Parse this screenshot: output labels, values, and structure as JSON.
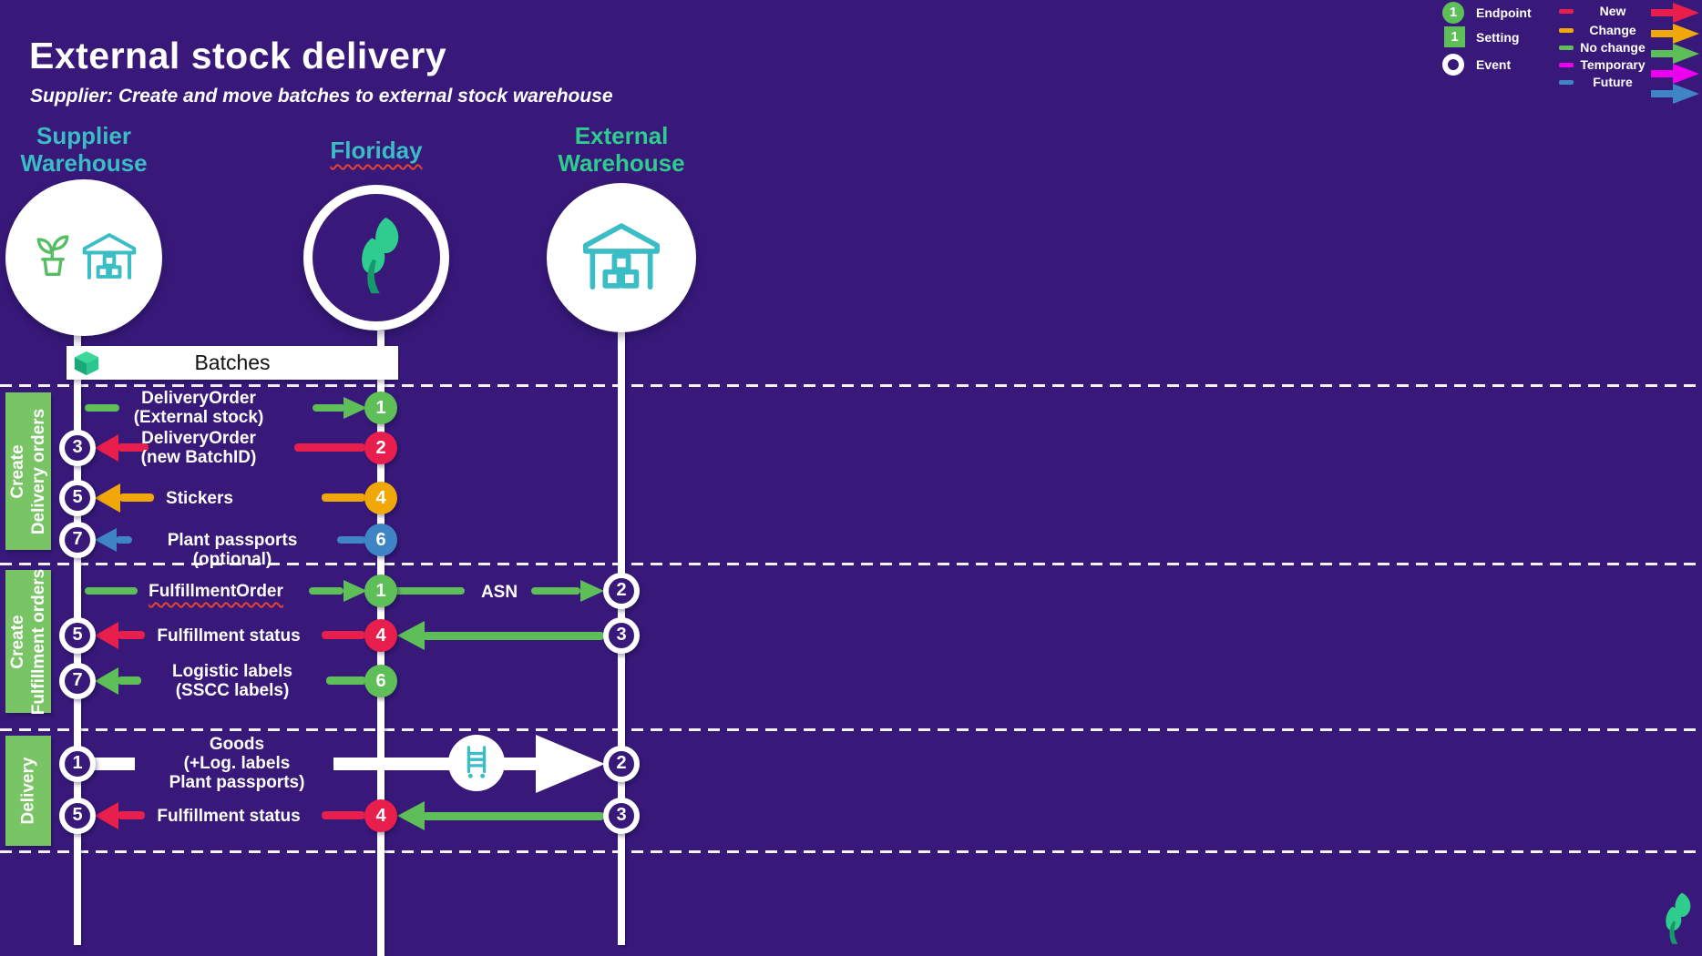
{
  "title": "External stock delivery",
  "subtitle": "Supplier: Create and move batches to external stock warehouse",
  "lanes": {
    "supplier": {
      "name1": "Supplier",
      "name2": "Warehouse"
    },
    "floriday": {
      "name": "Floriday"
    },
    "external": {
      "name1": "External",
      "name2": "Warehouse"
    }
  },
  "batches_label": "Batches",
  "legend": {
    "endpoint": {
      "number": "1",
      "label": "Endpoint"
    },
    "setting": {
      "number": "1",
      "label": "Setting"
    },
    "event": {
      "label": "Event"
    },
    "statuses": [
      {
        "label": "New",
        "color": "#E81E4D"
      },
      {
        "label": "Change",
        "color": "#F0A809"
      },
      {
        "label": "No change",
        "color": "#5EBE58"
      },
      {
        "label": "Temporary",
        "color": "#EE00EE"
      },
      {
        "label": "Future",
        "color": "#3F85C5"
      }
    ]
  },
  "colors": {
    "bg": "#38197A",
    "green": "#5EBE58",
    "red": "#E81E4D",
    "amber": "#F0A809",
    "blue": "#3F85C5",
    "magenta": "#EE00EE",
    "teal": "#3ABDC4",
    "brand": "#2ECC8D",
    "bar": "#79C464",
    "squiggle": "#E8432C",
    "white": "#FFFFFF"
  },
  "sections": [
    {
      "l1": "Create",
      "l2": "Delivery orders",
      "rows": [
        {
          "l1": "DeliveryOrder",
          "l2": "(External stock)",
          "floriday_num": "1"
        },
        {
          "l1": "DeliveryOrder",
          "l2": "(new BatchID)",
          "supplier_num": "3",
          "floriday_num": "2"
        },
        {
          "l1": "Stickers",
          "supplier_num": "5",
          "floriday_num": "4"
        },
        {
          "l1": "Plant passports (optional)",
          "supplier_num": "7",
          "floriday_num": "6"
        }
      ]
    },
    {
      "l1": "Create",
      "l2": "Fulfillment orders",
      "rows": [
        {
          "l1": "FulfillmentOrder",
          "floriday_num": "1",
          "asn": "ASN",
          "external_num": "2"
        },
        {
          "l1": "Fulfillment status",
          "supplier_num": "5",
          "floriday_num": "4",
          "external_num": "3"
        },
        {
          "l1": "Logistic labels",
          "l2": "(SSCC labels)",
          "supplier_num": "7",
          "floriday_num": "6"
        }
      ]
    },
    {
      "l1": "Delivery",
      "rows": [
        {
          "l1": "Goods",
          "l2": "(+Log. labels",
          "l3": "Plant passports)",
          "supplier_num": "1",
          "external_num": "2"
        },
        {
          "l1": "Fulfillment status",
          "supplier_num": "5",
          "floriday_num": "4",
          "external_num": "3"
        }
      ]
    }
  ]
}
